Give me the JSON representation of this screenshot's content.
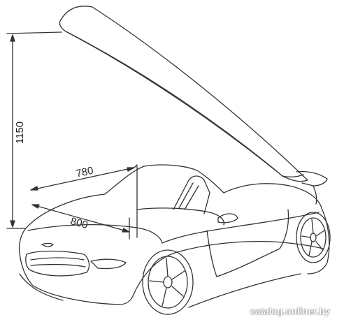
{
  "dimensions": {
    "height": "1150",
    "width_upper": "780",
    "width_lower": "800"
  },
  "watermark": "catalog.onliner.by",
  "colors": {
    "line": "#333333",
    "background": "#ffffff"
  }
}
